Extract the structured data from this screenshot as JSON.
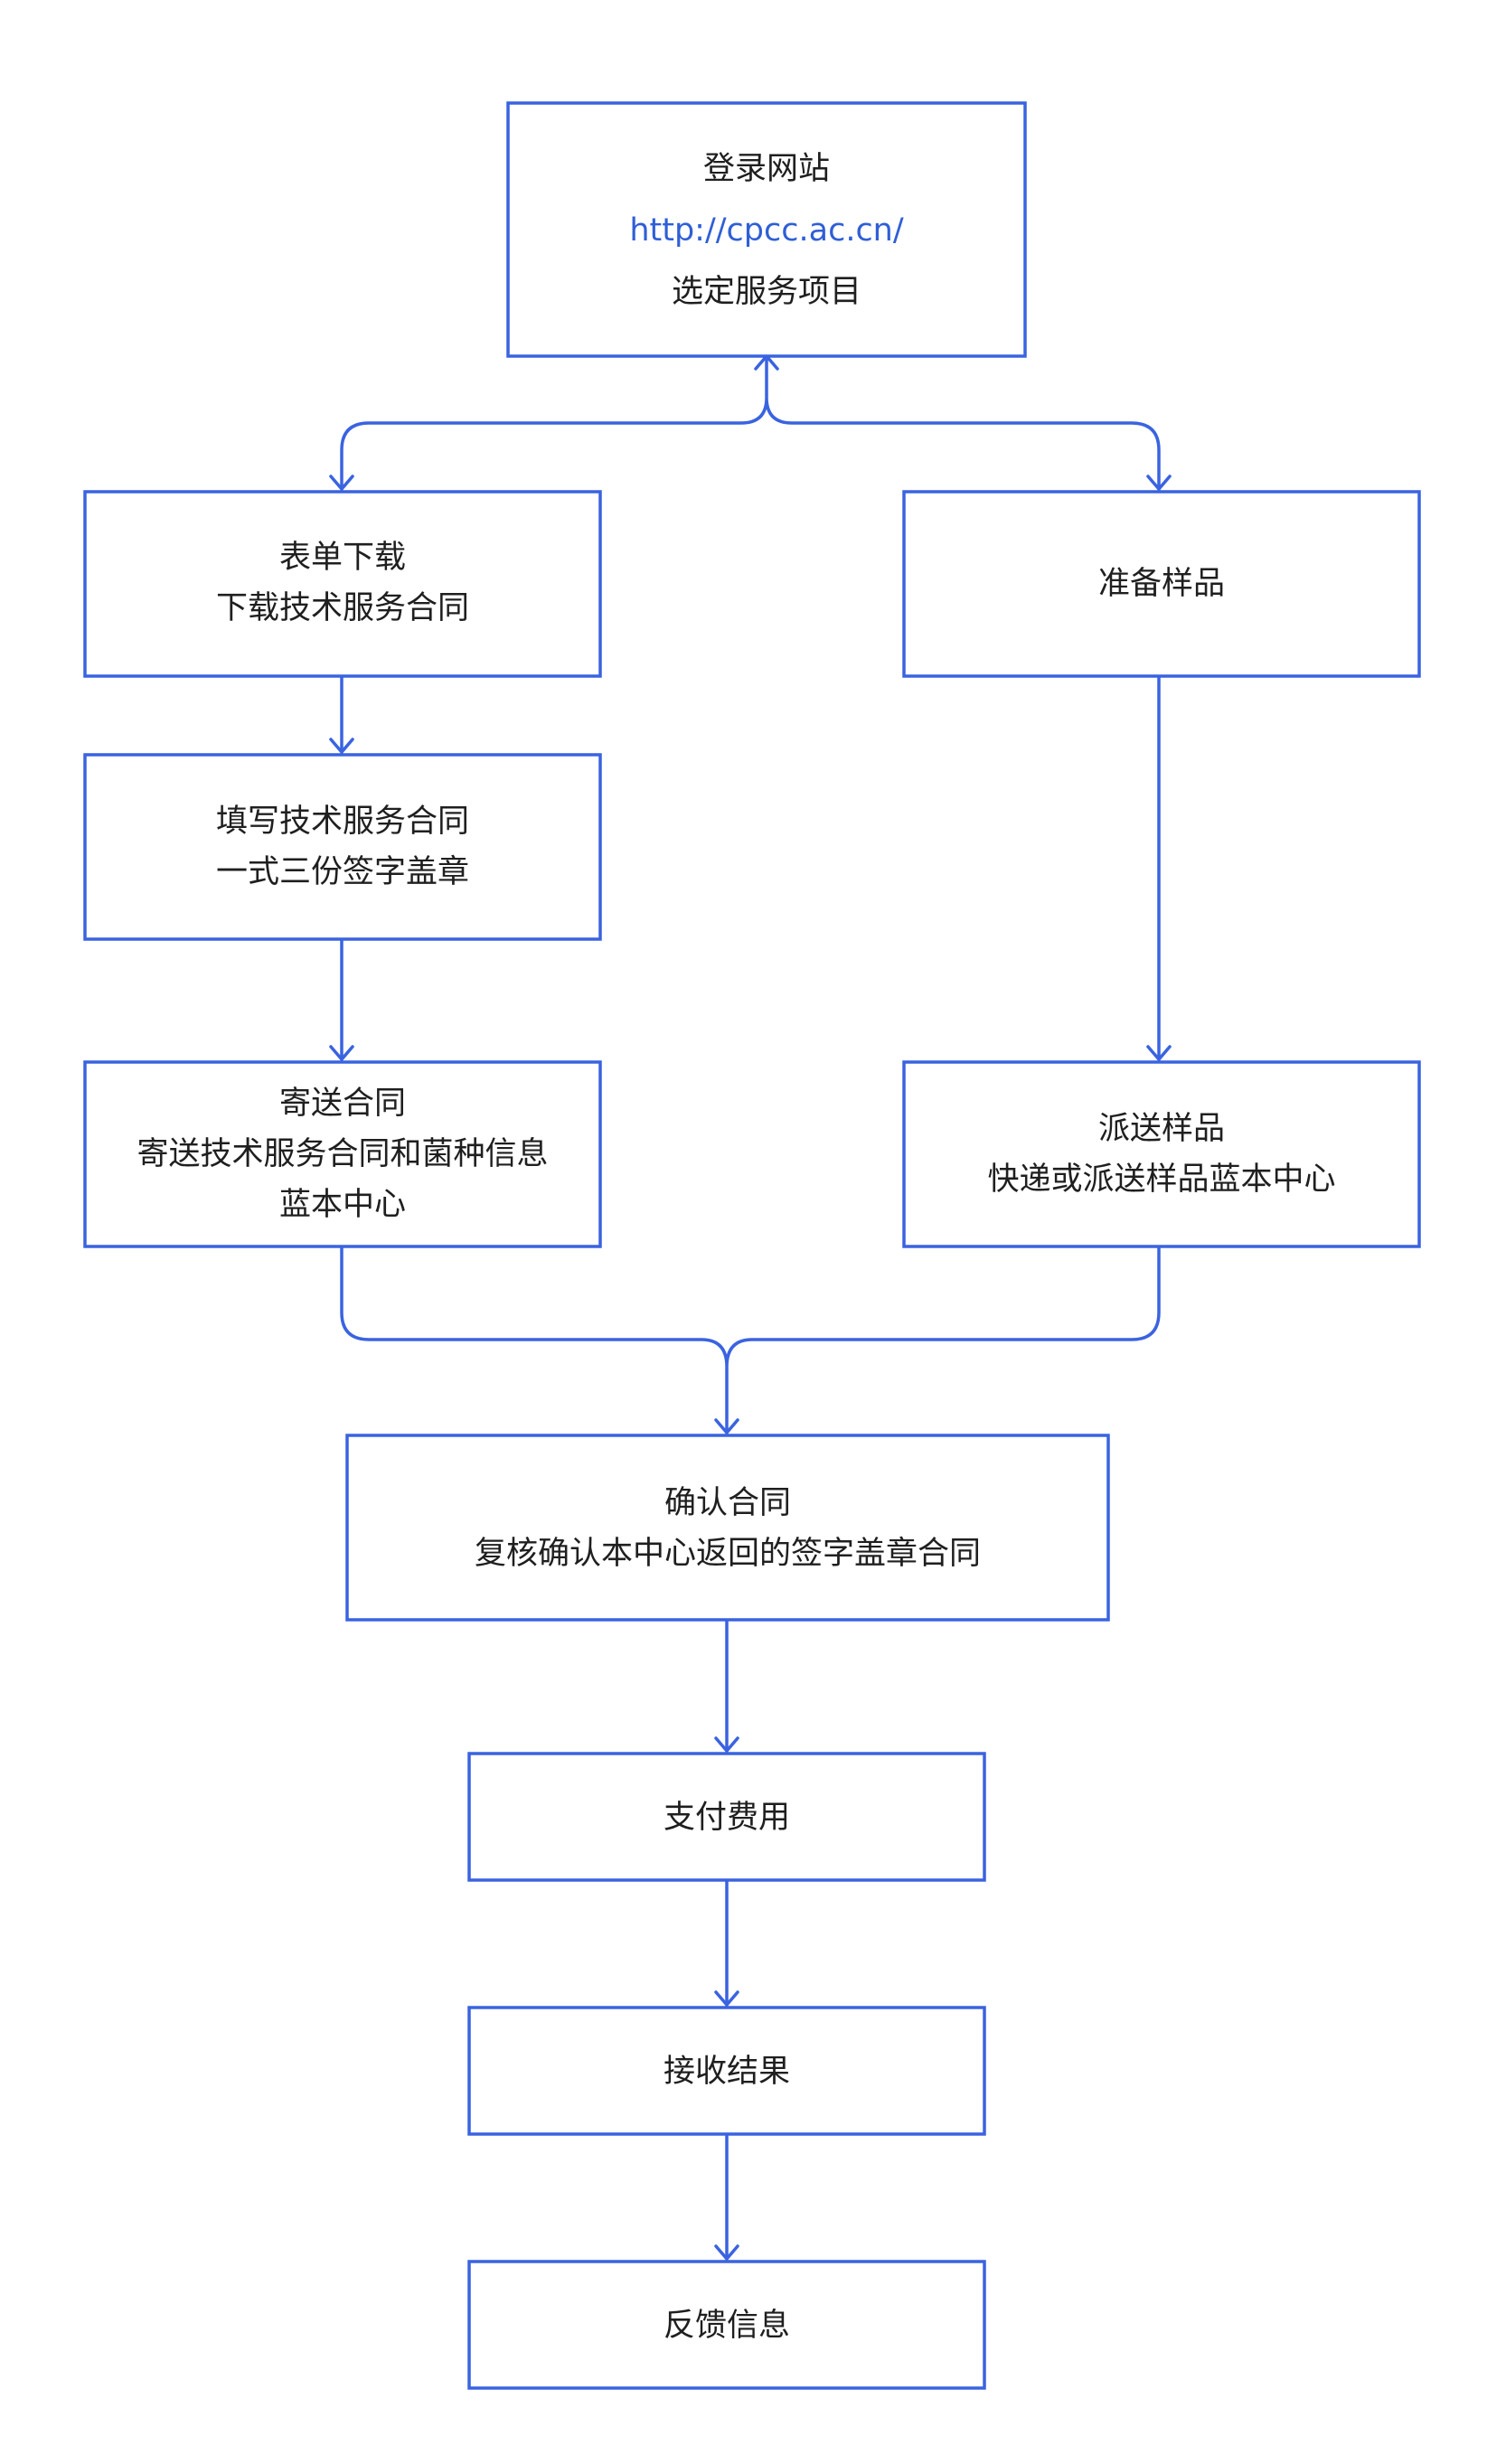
{
  "colors": {
    "accent": "#3a63e0",
    "text": "#1f1f1f",
    "link": "#2f5fd6",
    "background": "#ffffff"
  },
  "steps": {
    "login": {
      "title": "登录网站",
      "url": "http://cpcc.ac.cn/",
      "detail": "选定服务项目"
    },
    "form": {
      "title": "表单下载",
      "detail": "下载技术服务合同"
    },
    "sample": {
      "title": "准备样品"
    },
    "fill": {
      "title": "填写技术服务合同",
      "detail": "一式三份签字盖章"
    },
    "mail": {
      "title": "寄送合同",
      "detail": "寄送技术服务合同和菌种信息",
      "detail2": "蓝本中心"
    },
    "ship": {
      "title": "派送样品",
      "detail": "快递或派送样品蓝本中心"
    },
    "confirm": {
      "title": "确认合同",
      "detail": "复核确认本中心返回的签字盖章合同"
    },
    "pay": {
      "title": "支付费用"
    },
    "receive": {
      "title": "接收结果"
    },
    "feedback": {
      "title": "反馈信息"
    }
  }
}
